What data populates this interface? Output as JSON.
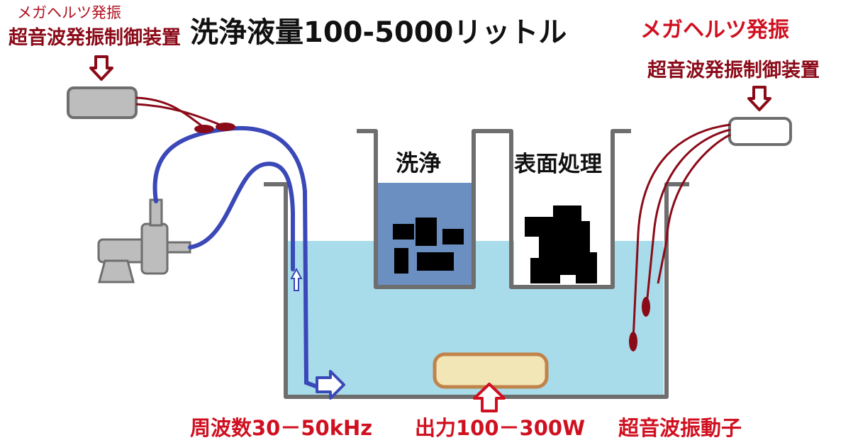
{
  "title": "洗浄液量100-5000リットル",
  "left_controller": {
    "line1": "メガヘルツ発振",
    "line2": "超音波発振制御装置"
  },
  "right_controller": {
    "line1": "メガヘルツ発振",
    "line2": "超音波発振制御装置"
  },
  "tank_left_label": "洗浄",
  "tank_right_label": "表面処理",
  "bottom_labels": {
    "frequency": "周波数30－50kHz",
    "output": "出力100－300W",
    "transducer": "超音波振動子"
  },
  "colors": {
    "liquid": "#a8dcea",
    "inner_liquid": "#6a8fc0",
    "hose": "#3a48b8",
    "cable": "#8b0a18",
    "label_red": "#d01020",
    "tank_wall": "#6e6e6e",
    "transducer_fill": "#f3e6b6",
    "transducer_border": "#c0834a"
  }
}
